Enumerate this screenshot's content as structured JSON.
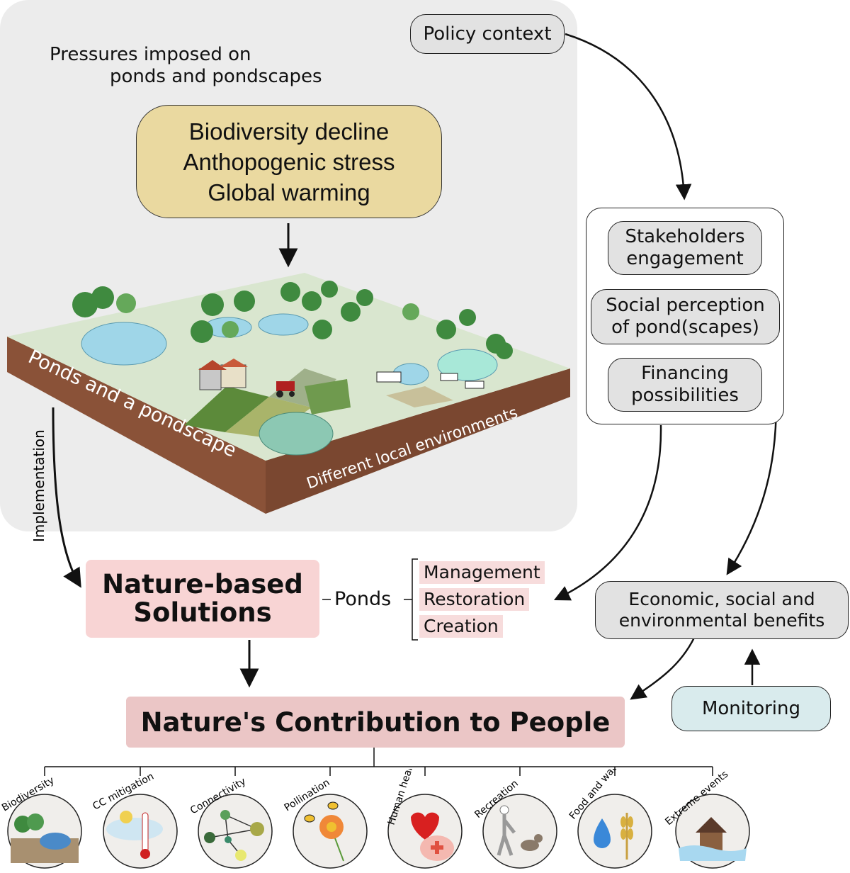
{
  "pressures": {
    "heading_line1": "Pressures imposed on",
    "heading_line2": "ponds and pondscapes",
    "items": [
      "Biodiversity decline",
      "Anthopogenic stress",
      "Global warming"
    ]
  },
  "landscape": {
    "left_label": "Ponds and a pondscape",
    "right_label": "Different local environments"
  },
  "policy_context": "Policy context",
  "social_group": {
    "items": [
      {
        "line1": "Stakeholders",
        "line2": "engagement"
      },
      {
        "line1": "Social perception",
        "line2": "of pond(scapes)"
      },
      {
        "line1": "Financing",
        "line2": "possibilities"
      }
    ]
  },
  "implementation_label": "Implementation",
  "nbs": {
    "line1": "Nature-based",
    "line2": "Solutions"
  },
  "ponds_label": "Ponds",
  "actions": [
    "Management",
    "Restoration",
    "Creation"
  ],
  "benefits": {
    "line1": "Economic, social and",
    "line2": "environmental benefits"
  },
  "monitoring": "Monitoring",
  "ncp": {
    "title": "Nature's Contribution to People",
    "categories": [
      {
        "label": "Biodiversity",
        "icon": "trees-pond-icon"
      },
      {
        "label": "CC mitigation",
        "icon": "thermometer-cloud-icon"
      },
      {
        "label": "Connectivity",
        "icon": "network-icon"
      },
      {
        "label": "Pollination",
        "icon": "flower-bee-icon"
      },
      {
        "label": "Human health",
        "icon": "heart-brain-icon"
      },
      {
        "label": "Recreation",
        "icon": "walking-dog-icon"
      },
      {
        "label": "Food and water",
        "icon": "drop-wheat-icon"
      },
      {
        "label": "Extreme events",
        "icon": "flooded-house-icon"
      }
    ]
  },
  "colors": {
    "panel": "#ececec",
    "pressures_box": "#ead9a0",
    "nbs_box": "#f8d4d4",
    "ncp_box": "#ebc6c6",
    "monitoring_box": "#d9ebed",
    "grey_box": "#e2e2e2",
    "ground": "#d9e6cf",
    "soil": "#8a5238"
  }
}
